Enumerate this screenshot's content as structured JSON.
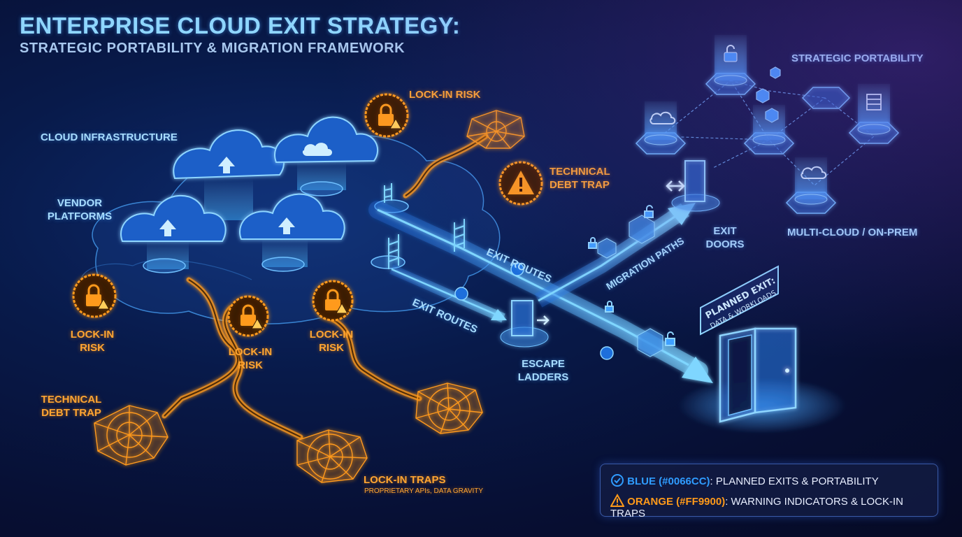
{
  "header": {
    "title": "ENTERPRISE CLOUD EXIT STRATEGY:",
    "subtitle": "STRATEGIC PORTABILITY & MIGRATION FRAMEWORK"
  },
  "labels": {
    "cloud_infrastructure": "CLOUD INFRASTRUCTURE",
    "vendor_platforms_1": "VENDOR",
    "vendor_platforms_2": "PLATFORMS",
    "lockin_risk_top": "LOCK-IN RISK",
    "tech_debt_top_1": "TECHNICAL",
    "tech_debt_top_2": "DEBT TRAP",
    "lockin_risk_left_1": "LOCK-IN",
    "lockin_risk_left_2": "RISK",
    "lockin_risk_mid_1": "LOCK-IN",
    "lockin_risk_mid_2": "RISK",
    "lockin_risk_right_1": "LOCK-IN",
    "lockin_risk_right_2": "RISK",
    "tech_debt_left_1": "TECHNICAL",
    "tech_debt_left_2": "DEBT TRAP",
    "lockin_traps": "LOCK-IN TRAPS",
    "lockin_traps_sub": "PROPRIETARY APIs, DATA GRAVITY",
    "exit_routes_upper": "EXIT ROUTES",
    "exit_routes_lower": "EXIT ROUTES",
    "migration_paths": "MIGRATION PATHS",
    "escape_ladders_1": "ESCAPE",
    "escape_ladders_2": "LADDERS",
    "exit_doors_1": "EXIT",
    "exit_doors_2": "DOORS",
    "strategic_portability": "STRATEGIC PORTABILITY",
    "multi_cloud": "MULTI-CLOUD / ON-PREM",
    "planned_exit_1": "PLANNED EXIT:",
    "planned_exit_2": "DATA & WORKLOADS"
  },
  "legend": {
    "blue_key": "BLUE (#0066CC)",
    "blue_text": ": PLANNED EXITS & PORTABILITY",
    "orange_key": "ORANGE (#FF9900)",
    "orange_text": ": WARNING INDICATORS & LOCK-IN TRAPS",
    "blue_icon": "check-circle-icon",
    "orange_icon": "warning-triangle-icon"
  },
  "colors": {
    "blue": "#0066CC",
    "orange": "#FF9900",
    "glow_blue": "#3fb4ff",
    "background": "#070f33"
  }
}
